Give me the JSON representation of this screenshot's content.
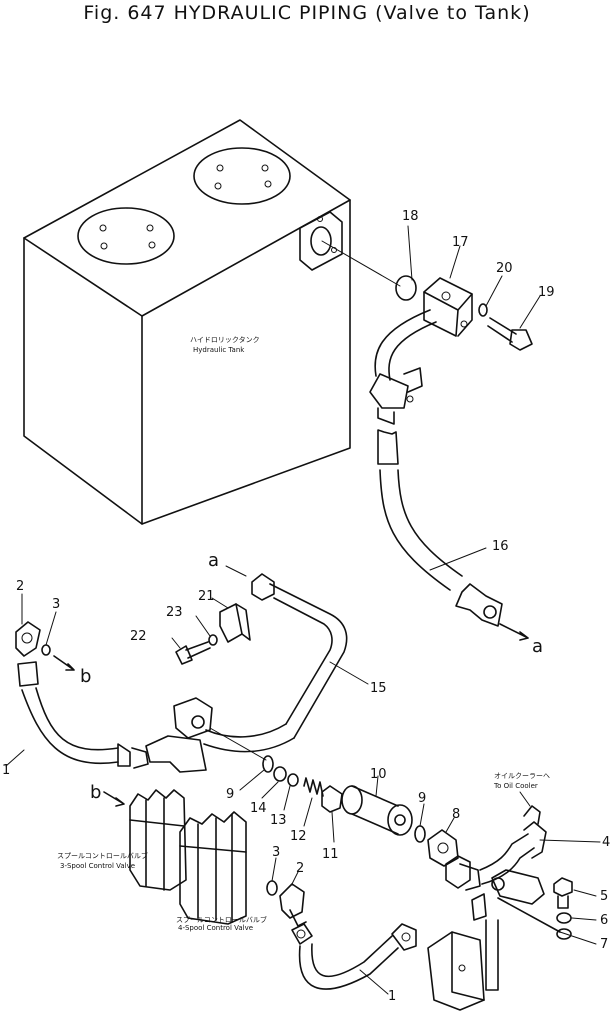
{
  "title": "Fig. 647 HYDRAULIC PIPING (Valve to Tank)",
  "labels": {
    "tank_jp": "ハイドロリックタンク",
    "tank_en": "Hydraulic Tank",
    "spool3_jp": "スプールコントロールバルブ",
    "spool3_en": "3-Spool Control Valve",
    "spool4_jp": "スプールコントロールバルブ",
    "spool4_en": "4-Spool Control Valve",
    "cooler_jp": "オイルクーラーへ",
    "cooler_en": "To Oil Cooler"
  },
  "connection_marks": {
    "a": "a",
    "b": "b"
  },
  "part_numbers": {
    "p1_left": "1",
    "p1_bottom": "1",
    "p2_top": "2",
    "p2_bottom": "2",
    "p3_top": "3",
    "p3_bottom": "3",
    "p4": "4",
    "p5": "5",
    "p6": "6",
    "p7": "7",
    "p8": "8",
    "p9_left": "9",
    "p9_right": "9",
    "p10": "10",
    "p11": "11",
    "p12": "12",
    "p13": "13",
    "p14": "14",
    "p15": "15",
    "p16": "16",
    "p17": "17",
    "p18": "18",
    "p19": "19",
    "p20": "20",
    "p21": "21",
    "p22": "22",
    "p23": "23"
  }
}
